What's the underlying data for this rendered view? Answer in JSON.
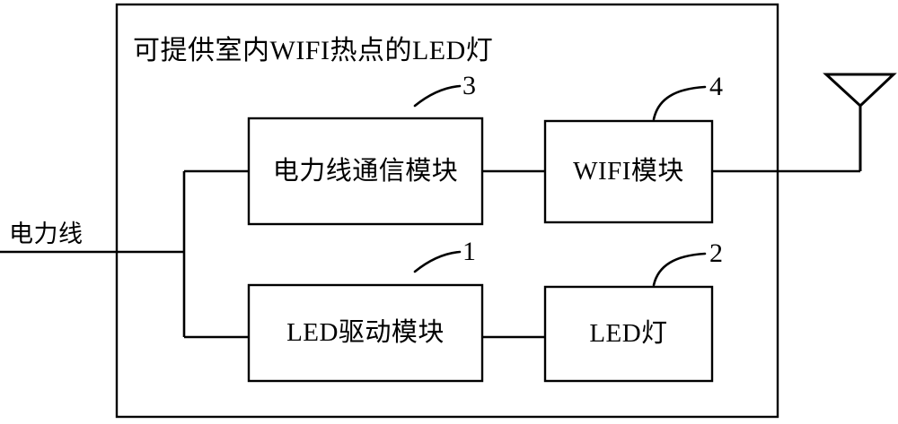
{
  "figure": {
    "title": "可提供室内WIFI热点的LED灯",
    "external_label": "电力线",
    "type": "block-diagram"
  },
  "blocks": [
    {
      "id": "plc",
      "label": "电力线通信模块",
      "ref": "3"
    },
    {
      "id": "wifi",
      "label": "WIFI模块",
      "ref": "4"
    },
    {
      "id": "led_driver",
      "label": "LED驱动模块",
      "ref": "1"
    },
    {
      "id": "led_lamp",
      "label": "LED灯",
      "ref": "2"
    }
  ],
  "antenna": {
    "name": "antenna-symbol"
  },
  "colors": {
    "stroke": "#000000",
    "background": "#ffffff"
  }
}
